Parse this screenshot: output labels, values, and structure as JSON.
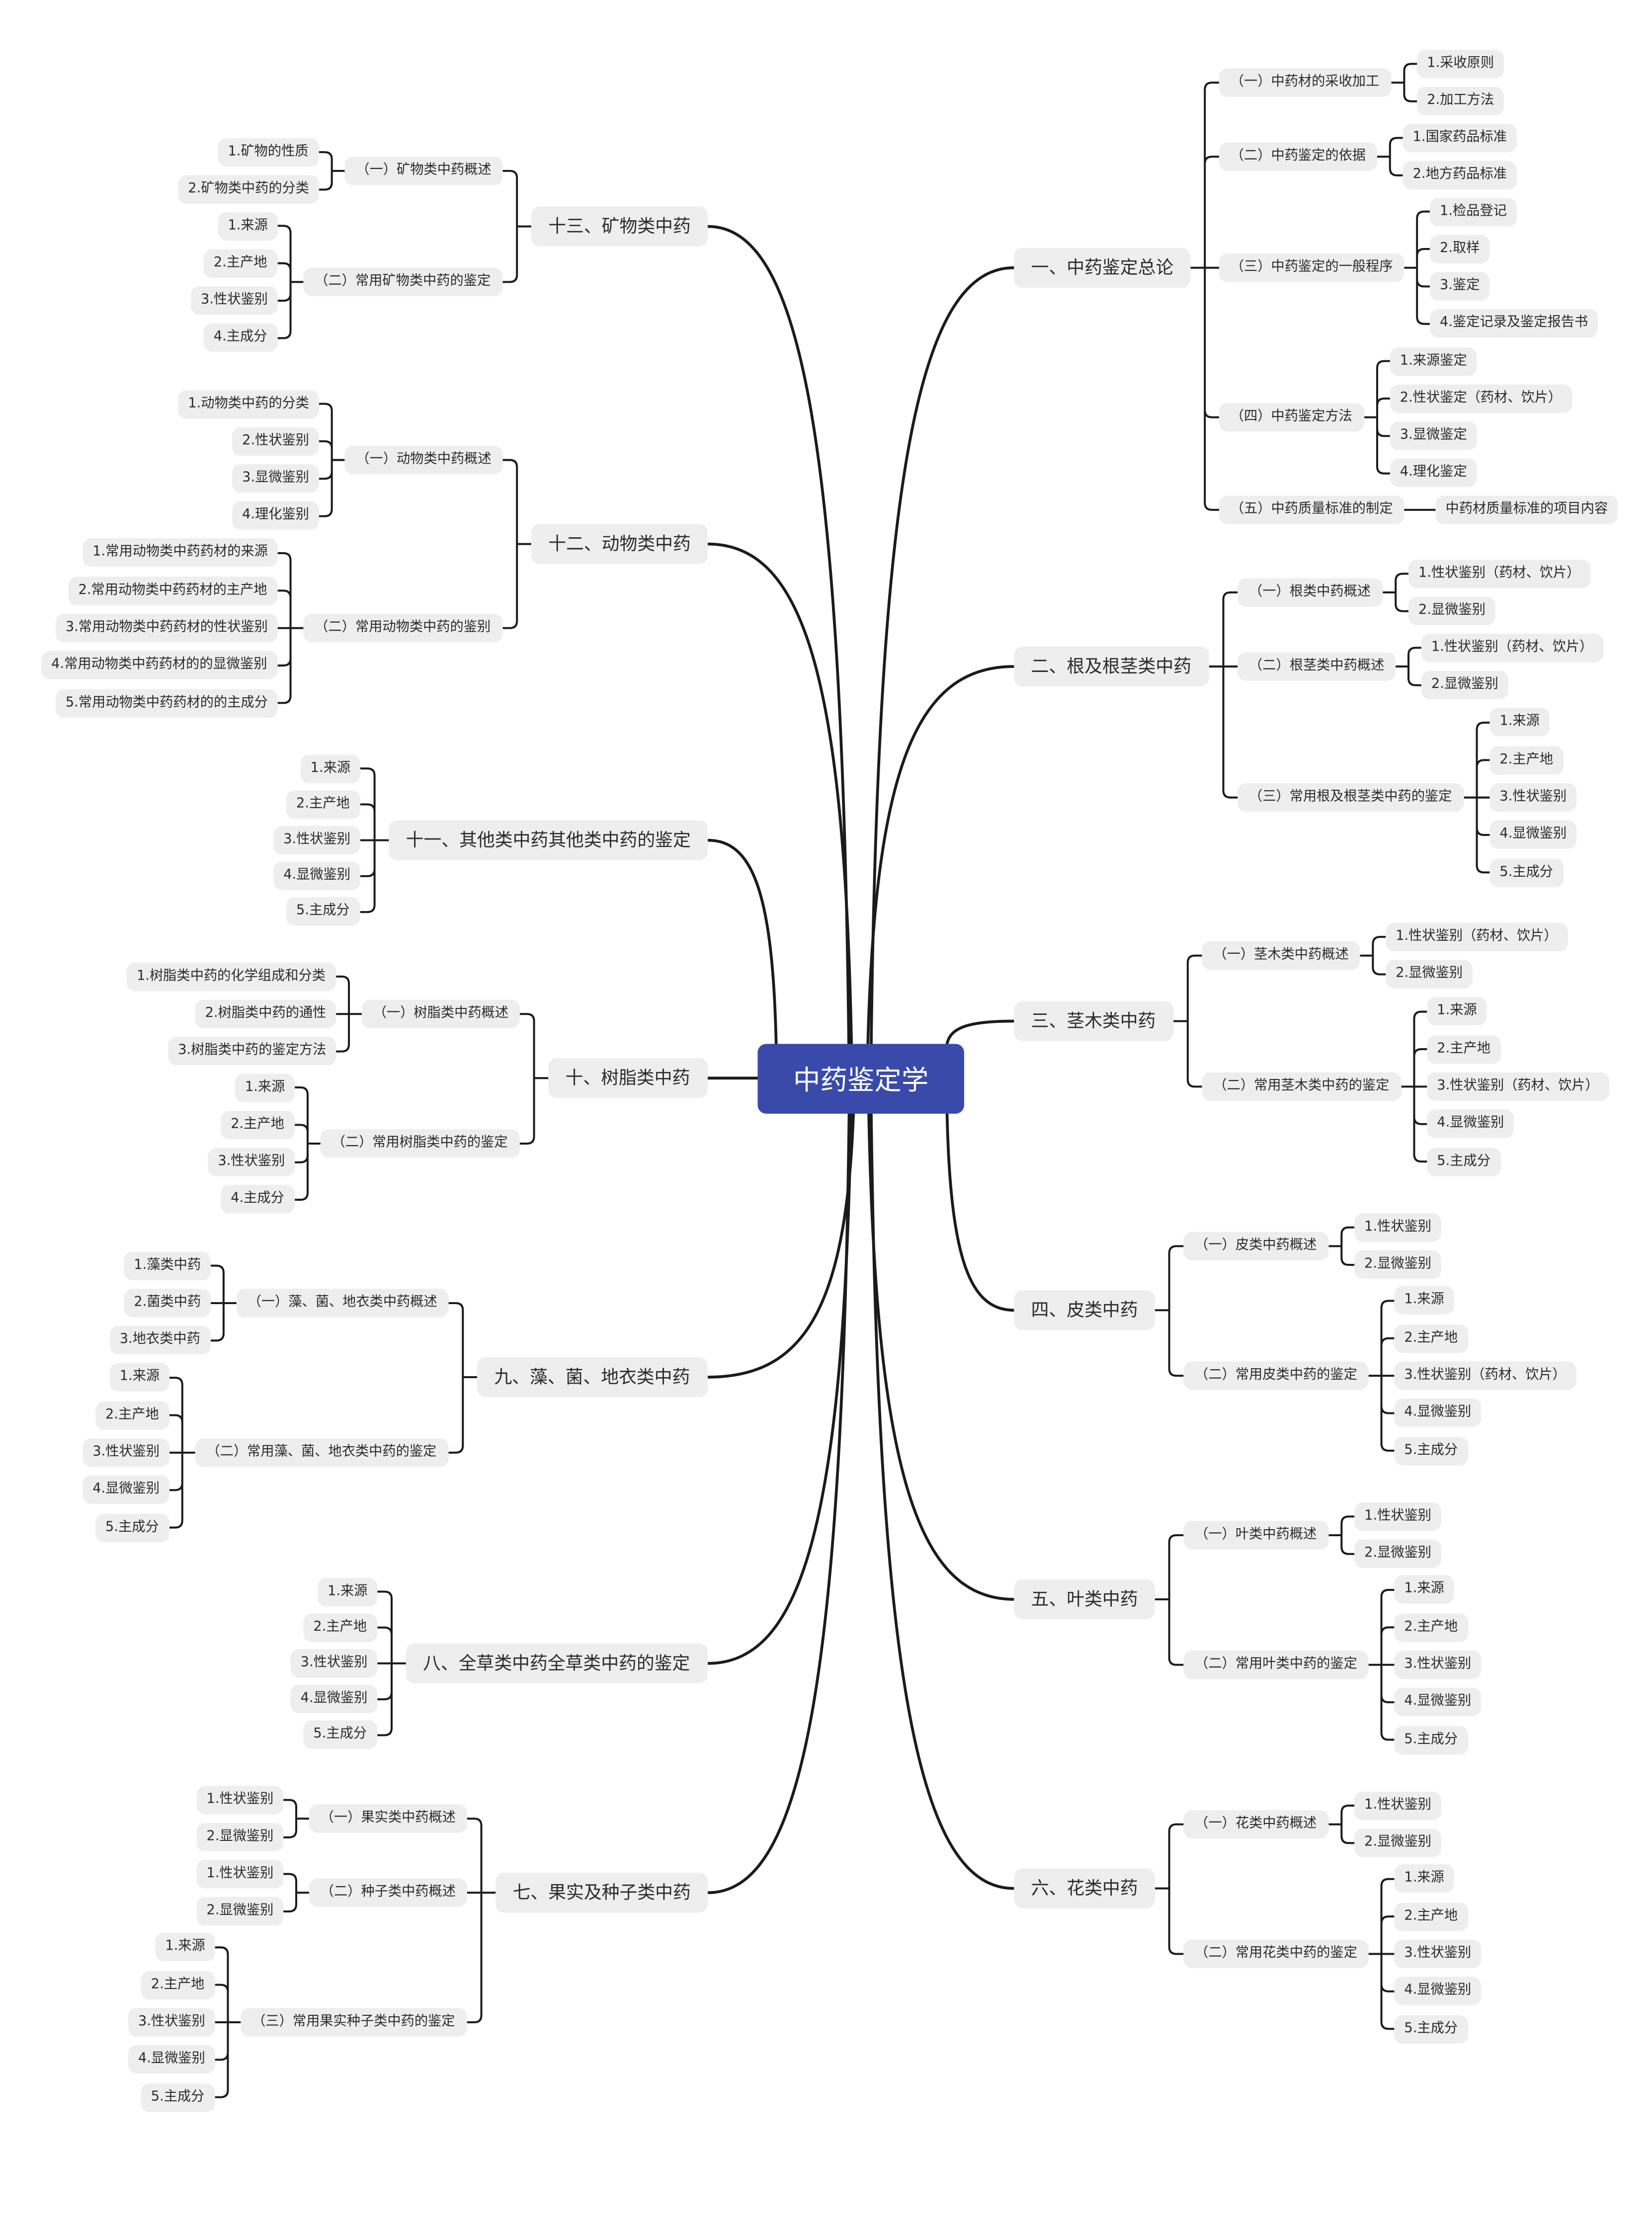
{
  "center_title": "中药鉴定学",
  "branches": [
    {
      "label": "一、中药鉴定总论",
      "children": [
        {
          "label": "（一）中药材的采收加工",
          "children": [
            "1.采收原则",
            "2.加工方法"
          ]
        },
        {
          "label": "（二）中药鉴定的依据",
          "children": [
            "1.国家药品标准",
            "2.地方药品标准"
          ]
        },
        {
          "label": "（三）中药鉴定的一般程序",
          "children": [
            "1.检品登记",
            "2.取样",
            "3.鉴定",
            "4.鉴定记录及鉴定报告书"
          ]
        },
        {
          "label": "（四）中药鉴定方法",
          "children": [
            "1.来源鉴定",
            "2.性状鉴定（药材、饮片）",
            "3.显微鉴定",
            "4.理化鉴定"
          ]
        },
        {
          "label": "（五）中药质量标准的制定",
          "children": [
            "中药材质量标准的项目内容"
          ]
        }
      ]
    },
    {
      "label": "二、根及根茎类中药",
      "children": [
        {
          "label": "（一）根类中药概述",
          "children": [
            "1.性状鉴别（药材、饮片）",
            "2.显微鉴别"
          ]
        },
        {
          "label": "（二）根茎类中药概述",
          "children": [
            "1.性状鉴别（药材、饮片）",
            "2.显微鉴别"
          ]
        },
        {
          "label": "（三）常用根及根茎类中药的鉴定",
          "children": [
            "1.来源",
            "2.主产地",
            "3.性状鉴别",
            "4.显微鉴别",
            "5.主成分"
          ]
        }
      ]
    },
    {
      "label": "三、茎木类中药",
      "children": [
        {
          "label": "（一）茎木类中药概述",
          "children": [
            "1.性状鉴别（药材、饮片）",
            "2.显微鉴别"
          ]
        },
        {
          "label": "（二）常用茎木类中药的鉴定",
          "children": [
            "1.来源",
            "2.主产地",
            "3.性状鉴别（药材、饮片）",
            "4.显微鉴别",
            "5.主成分"
          ]
        }
      ]
    },
    {
      "label": "四、皮类中药",
      "children": [
        {
          "label": "（一）皮类中药概述",
          "children": [
            "1.性状鉴别",
            "2.显微鉴别"
          ]
        },
        {
          "label": "（二）常用皮类中药的鉴定",
          "children": [
            "1.来源",
            "2.主产地",
            "3.性状鉴别（药材、饮片）",
            "4.显微鉴别",
            "5.主成分"
          ]
        }
      ]
    },
    {
      "label": "五、叶类中药",
      "children": [
        {
          "label": "（一）叶类中药概述",
          "children": [
            "1.性状鉴别",
            "2.显微鉴别"
          ]
        },
        {
          "label": "（二）常用叶类中药的鉴定",
          "children": [
            "1.来源",
            "2.主产地",
            "3.性状鉴别",
            "4.显微鉴别",
            "5.主成分"
          ]
        }
      ]
    },
    {
      "label": "六、花类中药",
      "children": [
        {
          "label": "（一）花类中药概述",
          "children": [
            "1.性状鉴别",
            "2.显微鉴别"
          ]
        },
        {
          "label": "（二）常用花类中药的鉴定",
          "children": [
            "1.来源",
            "2.主产地",
            "3.性状鉴别",
            "4.显微鉴别",
            "5.主成分"
          ]
        }
      ]
    },
    {
      "label": "七、果实及种子类中药",
      "children": [
        {
          "label": "（一）果实类中药概述",
          "children": [
            "1.性状鉴别",
            "2.显微鉴别"
          ]
        },
        {
          "label": "（二）种子类中药概述",
          "children": [
            "1.性状鉴别",
            "2.显微鉴别"
          ]
        },
        {
          "label": "（三）常用果实种子类中药的鉴定",
          "children": [
            "1.来源",
            "2.主产地",
            "3.性状鉴别",
            "4.显微鉴别",
            "5.主成分"
          ]
        }
      ]
    },
    {
      "label": "八、全草类中药全草类中药的鉴定",
      "children": [
        "1.来源",
        "2.主产地",
        "3.性状鉴别",
        "4.显微鉴别",
        "5.主成分"
      ]
    },
    {
      "label": "九、藻、菌、地衣类中药",
      "children": [
        {
          "label": "（一）藻、菌、地衣类中药概述",
          "children": [
            "1.藻类中药",
            "2.菌类中药",
            "3.地衣类中药"
          ]
        },
        {
          "label": "（二）常用藻、菌、地衣类中药的鉴定",
          "children": [
            "1.来源",
            "2.主产地",
            "3.性状鉴别",
            "4.显微鉴别",
            "5.主成分"
          ]
        }
      ]
    },
    {
      "label": "十、树脂类中药",
      "children": [
        {
          "label": "（一）树脂类中药概述",
          "children": [
            "1.树脂类中药的化学组成和分类",
            "2.树脂类中药的通性",
            "3.树脂类中药的鉴定方法"
          ]
        },
        {
          "label": "（二）常用树脂类中药的鉴定",
          "children": [
            "1.来源",
            "2.主产地",
            "3.性状鉴别",
            "4.主成分"
          ]
        }
      ]
    },
    {
      "label": "十一、其他类中药其他类中药的鉴定",
      "children": [
        "1.来源",
        "2.主产地",
        "3.性状鉴别",
        "4.显微鉴别",
        "5.主成分"
      ]
    },
    {
      "label": "十二、动物类中药",
      "children": [
        {
          "label": "（一）动物类中药概述",
          "children": [
            "1.动物类中药的分类",
            "2.性状鉴别",
            "3.显微鉴别",
            "4.理化鉴别"
          ]
        },
        {
          "label": "（二）常用动物类中药的鉴别",
          "children": [
            "1.常用动物类中药药材的来源",
            "2.常用动物类中药药材的主产地",
            "3.常用动物类中药药材的性状鉴别",
            "4.常用动物类中药药材的的显微鉴别",
            "5.常用动物类中药药材的的主成分"
          ]
        }
      ]
    },
    {
      "label": "十三、矿物类中药",
      "children": [
        {
          "label": "（一）矿物类中药概述",
          "children": [
            "1.矿物的性质",
            "2.矿物类中药的分类"
          ]
        },
        {
          "label": "（二）常用矿物类中药的鉴定",
          "children": [
            "1.来源",
            "2.主产地",
            "3.性状鉴别",
            "4.主成分"
          ]
        }
      ]
    }
  ],
  "colors": {
    "center_fill": "#3a4aab",
    "node_fill": "#eeeeee",
    "line": "#1b1b1b"
  }
}
